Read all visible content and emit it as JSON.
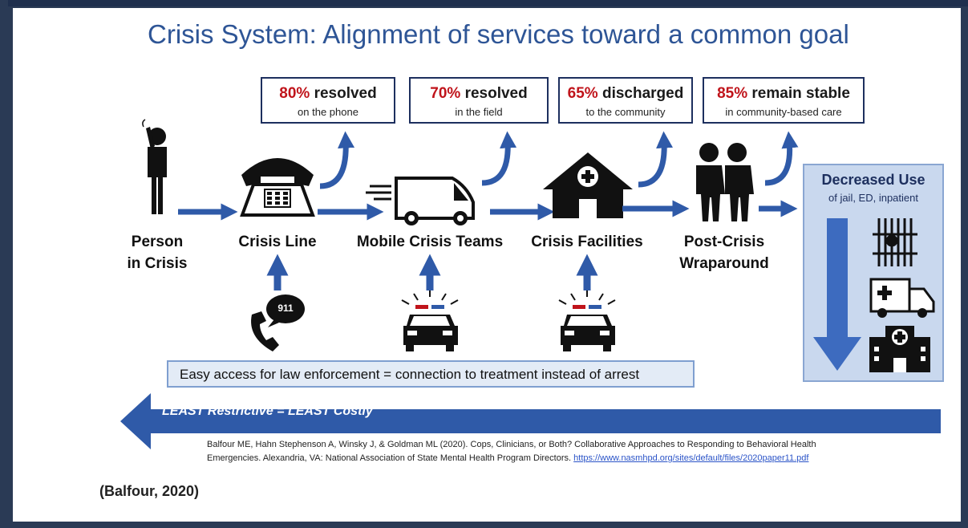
{
  "title": "Crisis System: Alignment of services toward a common goal",
  "stats": [
    {
      "percent": "80%",
      "label": "resolved",
      "sub": "on the phone"
    },
    {
      "percent": "70%",
      "label": "resolved",
      "sub": "in the field"
    },
    {
      "percent": "65%",
      "label": "discharged",
      "sub": "to the community"
    },
    {
      "percent": "85%",
      "label": "remain stable",
      "sub": "in community-based care"
    }
  ],
  "stages": [
    {
      "line1": "Person",
      "line2": "in Crisis"
    },
    {
      "line1": "Crisis Line",
      "line2": ""
    },
    {
      "line1": "Mobile Crisis Teams",
      "line2": ""
    },
    {
      "line1": "Crisis Facilities",
      "line2": ""
    },
    {
      "line1": "Post-Crisis",
      "line2": "Wraparound"
    }
  ],
  "phone_911_label": "911",
  "decreased_use": {
    "title": "Decreased Use",
    "subtitle": "of jail, ED, inpatient"
  },
  "law_enforcement_text": "Easy access for law enforcement = connection to treatment instead of arrest",
  "restrictive_arrow_text": "LEAST Restrictive = LEAST Costly",
  "citation": {
    "line1": "Balfour ME, Hahn Stephenson A, Winsky J, & Goldman ML (2020). Cops, Clinicians, or Both? Collaborative Approaches to Responding to Behavioral Health",
    "line2": "Emergencies. Alexandria, VA: National Association of State Mental Health Program Directors.",
    "url": "https://www.nasmhpd.org/sites/default/files/2020paper11.pdf"
  },
  "footer_ref": "(Balfour, 2020)",
  "colors": {
    "title_blue": "#2e5596",
    "arrow_blue": "#2f5aa8",
    "percent_red": "#c0141b",
    "box_border": "#1d2f5e",
    "panel_fill": "#c9d8ee",
    "bar_fill": "#e3ebf6"
  }
}
